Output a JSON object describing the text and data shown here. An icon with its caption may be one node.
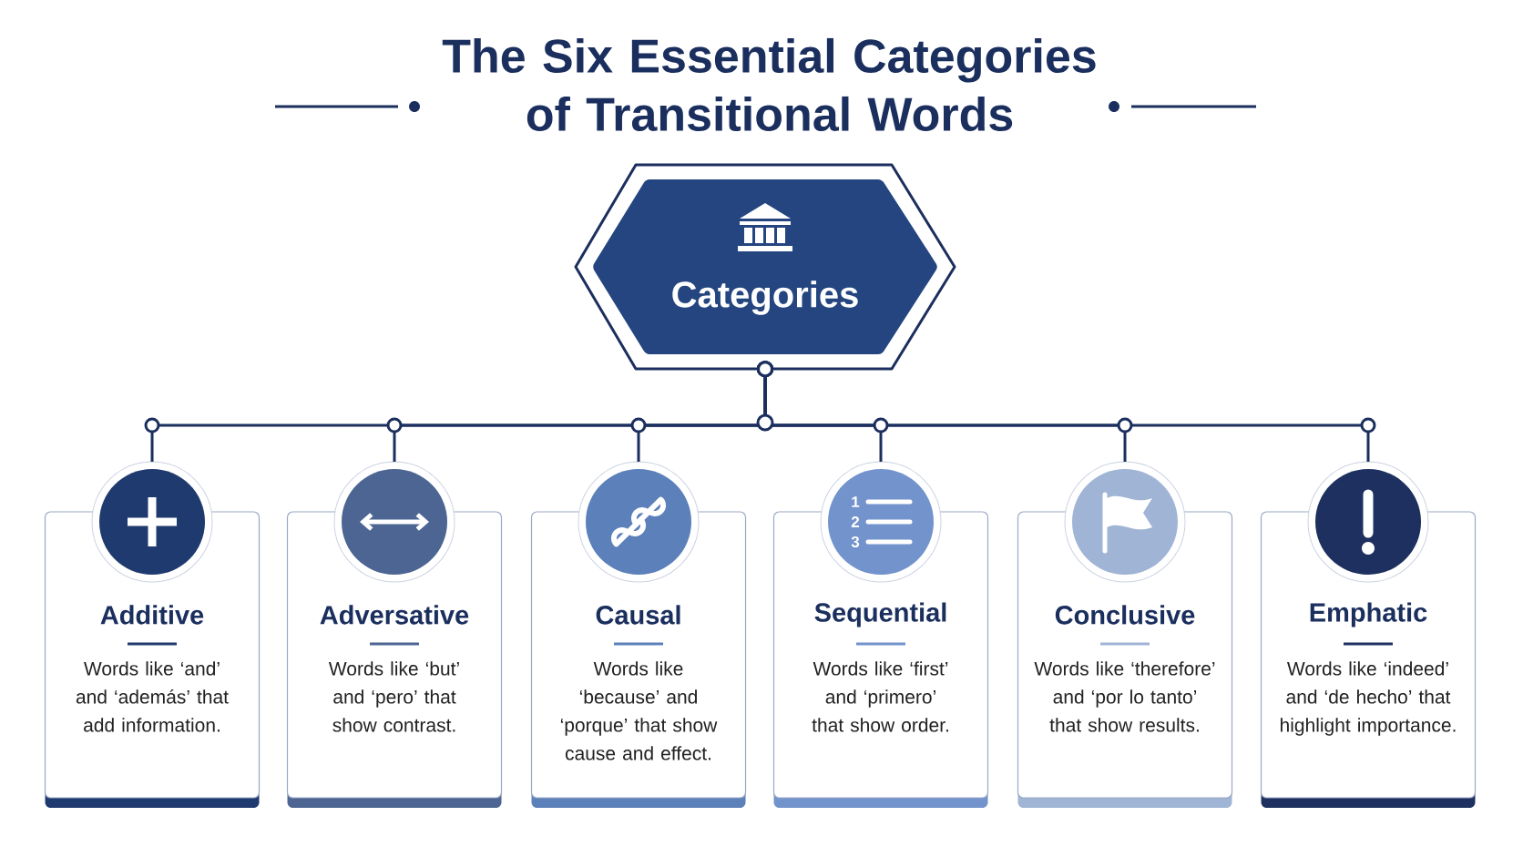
{
  "diagram": {
    "title": "The Six Essential Categories of Transitional Words",
    "nodes": [
      {
        "text": [
          "Categories"
        ]
      },
      {
        "text": [
          "Additive",
          "Words like ‘and’ and ‘además’ that add information."
        ]
      },
      {
        "text": [
          "Adversative",
          "Words like ‘but’ and ‘pero’ that show contrast."
        ]
      },
      {
        "text": [
          "Causal",
          "Words like ‘because’ and ‘porque’ that show cause and effect."
        ]
      },
      {
        "text": [
          "Sequential",
          "Words like ‘first’ and ‘primero’ that show order.",
          "1",
          "2",
          "3"
        ]
      },
      {
        "text": [
          "Conclusive",
          "Words like ‘therefore’ and ‘por lo tanto’ that show results."
        ]
      },
      {
        "text": [
          "Emphatic",
          "Words like ‘indeed’ and ‘de hecho’ that highlight importance."
        ]
      }
    ],
    "edges": [
      {
        "from": 0,
        "to": 1,
        "arrow": "other"
      },
      {
        "from": 0,
        "to": 2,
        "arrow": "other"
      },
      {
        "from": 0,
        "to": 3,
        "arrow": "other"
      },
      {
        "from": 0,
        "to": 4,
        "arrow": "other"
      },
      {
        "from": 0,
        "to": 5,
        "arrow": "other"
      },
      {
        "from": 0,
        "to": 6,
        "arrow": "other"
      }
    ]
  }
}
